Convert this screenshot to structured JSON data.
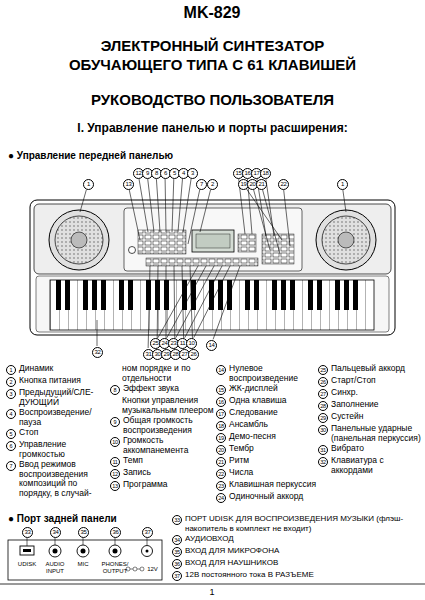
{
  "diagram": {
    "title": "MK-829",
    "labels": [
      "ЭЛЕКТРОННЫЙ СИНТЕЗАТОР ОБУЧАЮЩЕГО ТИПА С 61 КЛАВИШЕЙ",
      "РУКОВОДСТВО ПОЛЬЗОВАТЕЛЯ",
      "I. Управление панелью и порты расширения:",
      "● Управление передней панелью",
      "1",
      "13",
      "12",
      "9",
      "8",
      "6",
      "5",
      "4",
      "3",
      "7",
      "2",
      "15",
      "16",
      "17",
      "18",
      "19",
      "20",
      "21",
      "22",
      "1",
      "32",
      "31",
      "30",
      "29",
      "28",
      "27",
      "26",
      "25",
      "24",
      "23",
      "11",
      "10",
      "14",
      "1",
      "Динамик",
      "2",
      "Кнопка питания",
      "3",
      "Предыдущий/СЛЕ-ДУЮЩИЙ",
      "4",
      "Воспроизведение/пауза",
      "5",
      "Стоп",
      "6",
      "Управление громкостью",
      "7",
      "Ввод режимов воспроизведения композиций по порядку, в случай-",
      "ном порядке и по отдельности",
      "8",
      "Эффект звука",
      "Кнопки управления музыкальным плеером",
      "9",
      "Общая громкость воспроизведения",
      "10",
      "Громкость аккомпанемента",
      "11",
      "Темп",
      "12",
      "Запись",
      "13",
      "Программа",
      "14",
      "Нулевое воспроизведение",
      "15",
      "ЖК-дисплей",
      "16",
      "Одна клавиша",
      "17",
      "Следование",
      "18",
      "Ансамбль",
      "19",
      "Демо-песня",
      "20",
      "Тембр",
      "21",
      "Ритм",
      "22",
      "Числа",
      "23",
      "Клавишная перкуссия",
      "24",
      "Одиночный аккорд",
      "25",
      "Пальцевый аккорд",
      "26",
      "Старт/Стоп",
      "27",
      "Синхр.",
      "28",
      "Заполнение",
      "29",
      "Сустейн",
      "30",
      "Панельные ударные (панельная перкуссия)",
      "31",
      "Вибрато",
      "32",
      "Клавиатура с аккордами",
      "● Порт задней панели",
      "33",
      "34",
      "35",
      "36",
      "37",
      "UDISK",
      "AUDIO INPUT",
      "MIC",
      "PHONES/ OUTPUT",
      "12V",
      "33",
      "ПОРТ UDISK ДЛЯ ВОСПРОИЗВЕДЕНИЯ МУЗЫКИ (флэш-накопитель в комплект не входит)",
      "34",
      "АУДИОВХОД",
      "35",
      "ВХОД ДЛЯ МИКРОФОНА",
      "36",
      "ВХОД ДЛЯ НАУШНИКОВ",
      "37",
      "12В постоянного тока В РАЗЪЕМЕ",
      "1"
    ]
  }
}
